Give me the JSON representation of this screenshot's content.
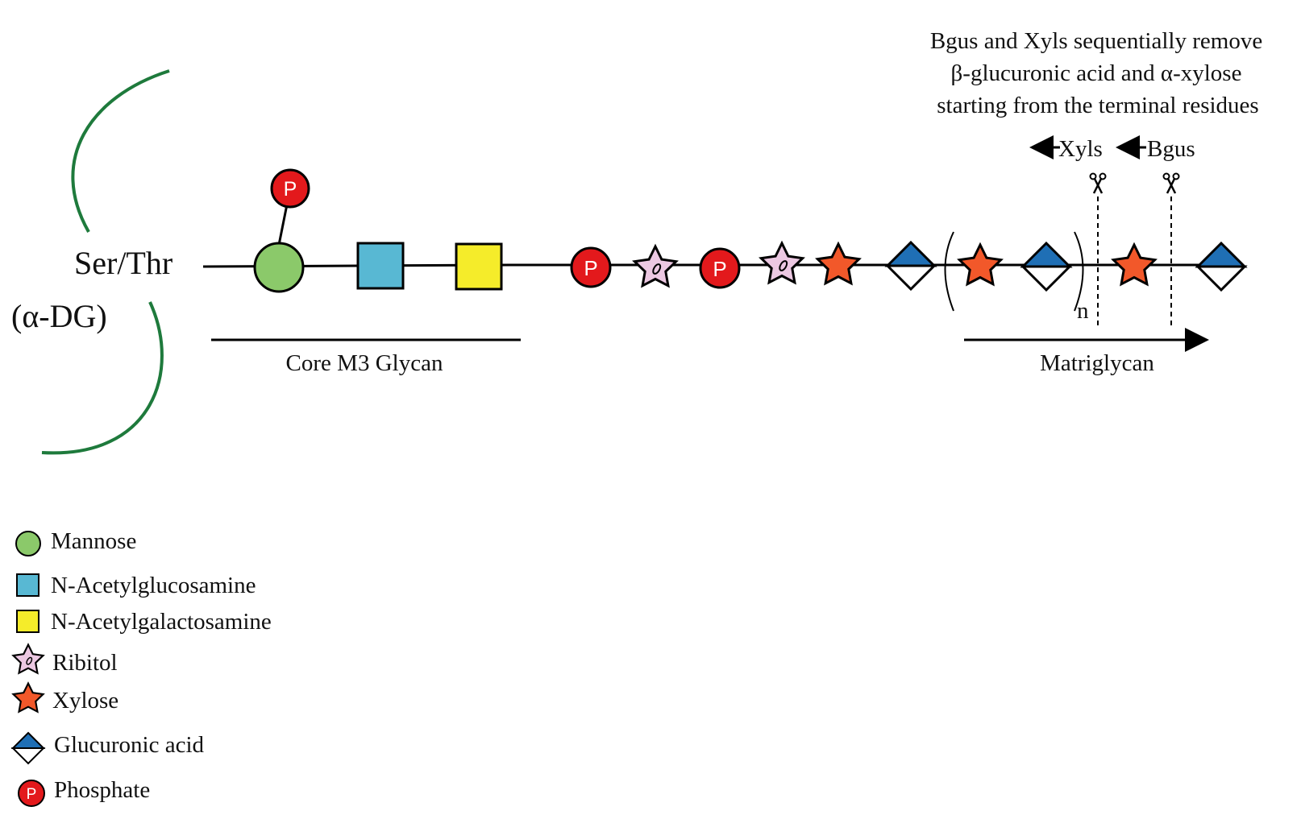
{
  "annotation": {
    "line1": "Bgus and Xyls sequentially remove",
    "line2": "β-glucuronic acid and α-xylose",
    "line3": "starting from the terminal residues"
  },
  "enzymes": {
    "xyls": "Xyls",
    "bgus": "Bgus"
  },
  "protein": {
    "residue": "Ser/Thr",
    "name": "(α-DG)"
  },
  "phosphate_symbol": "P",
  "repeat_subscript": "n",
  "regions": {
    "core": "Core M3 Glycan",
    "matriglycan": "Matriglycan"
  },
  "legend": [
    {
      "shape": "circle",
      "label": "Mannose"
    },
    {
      "shape": "square-cyan",
      "label": "N-Acetylglucosamine"
    },
    {
      "shape": "square-yellow",
      "label": "N-Acetylgalactosamine"
    },
    {
      "shape": "star-ribitol",
      "label": "Ribitol"
    },
    {
      "shape": "star-xylose",
      "label": "Xylose"
    },
    {
      "shape": "diamond",
      "label": "Glucuronic acid"
    },
    {
      "shape": "phosphate",
      "label": "Phosphate"
    }
  ],
  "colors": {
    "mannose": "#8bc96a",
    "glcnac": "#58b8d3",
    "galnac": "#f5ec2a",
    "ribitol": "#ecc8e2",
    "xylose": "#f2582a",
    "glucuronic": "#1f6fb5",
    "phosphate": "#e3191c",
    "protein_outline": "#1e7a3c"
  }
}
